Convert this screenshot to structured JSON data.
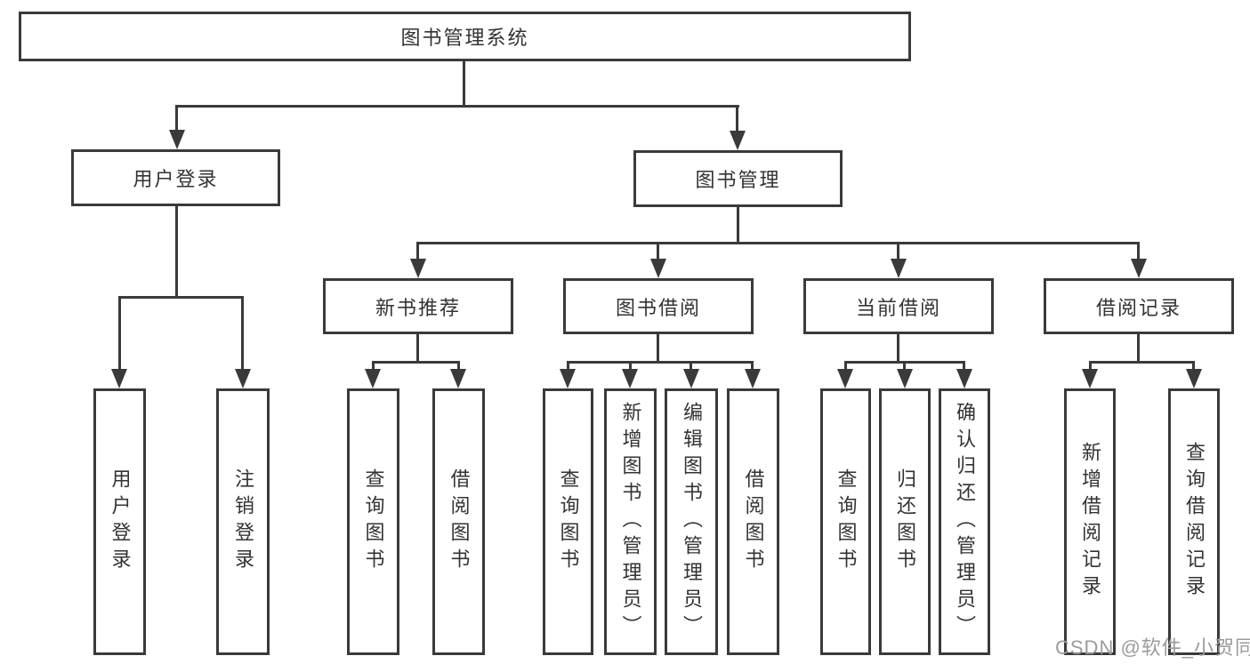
{
  "colors": {
    "line": "#3a3a3a",
    "box_border": "#3a3a3a",
    "text": "#333333",
    "background": "#ffffff",
    "watermark": "#9b9b9b"
  },
  "watermark": {
    "text": "CSDN @软件_小贺同学"
  },
  "diagram": {
    "type": "tree",
    "root": {
      "label": "图书管理系统",
      "children": [
        {
          "label": "用户登录",
          "children": [
            {
              "label": "用户登录"
            },
            {
              "label": "注销登录"
            }
          ]
        },
        {
          "label": "图书管理",
          "children": [
            {
              "label": "新书推荐",
              "children": [
                {
                  "label": "查询图书"
                },
                {
                  "label": "借阅图书"
                }
              ]
            },
            {
              "label": "图书借阅",
              "children": [
                {
                  "label": "查询图书"
                },
                {
                  "label": "新增图书（管理员）"
                },
                {
                  "label": "编辑图书（管理员）"
                },
                {
                  "label": "借阅图书"
                }
              ]
            },
            {
              "label": "当前借阅",
              "children": [
                {
                  "label": "查询图书"
                },
                {
                  "label": "归还图书"
                },
                {
                  "label": "确认归还（管理员）"
                }
              ]
            },
            {
              "label": "借阅记录",
              "children": [
                {
                  "label": "新增借阅记录"
                },
                {
                  "label": "查询借阅记录"
                }
              ]
            }
          ]
        }
      ]
    }
  }
}
